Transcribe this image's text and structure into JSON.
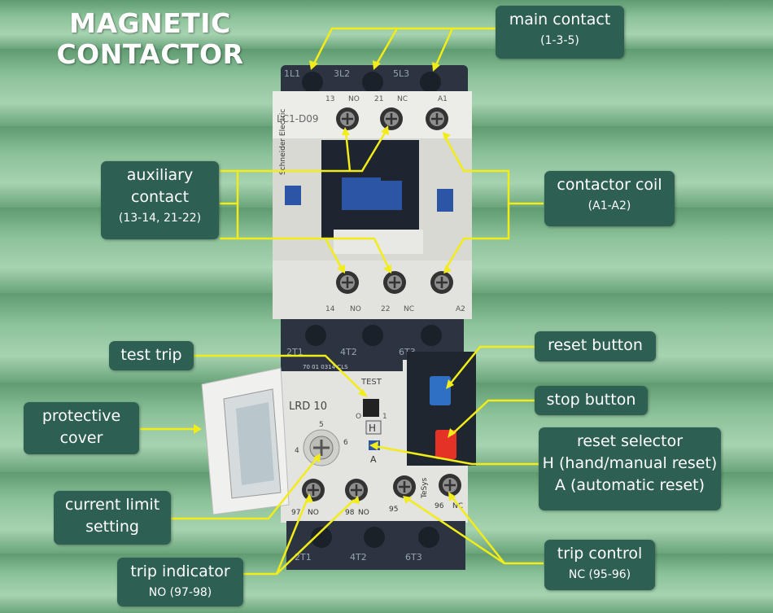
{
  "title": {
    "line1": "MAGNETIC",
    "line2": "CONTACTOR"
  },
  "callouts": {
    "main_contact": {
      "title": "main contact",
      "detail": "(1-3-5)"
    },
    "auxiliary_contact": {
      "line1": "auxiliary",
      "line2": "contact",
      "detail": "(13-14, 21-22)"
    },
    "contactor_coil": {
      "title": "contactor coil",
      "detail": "(A1-A2)"
    },
    "test_trip": {
      "title": "test trip"
    },
    "reset_button": {
      "title": "reset button"
    },
    "stop_button": {
      "title": "stop button"
    },
    "protective_cover": {
      "line1": "protective",
      "line2": "cover"
    },
    "reset_selector": {
      "line1": "reset selector",
      "line2": "H (hand/manual reset)",
      "line3": "A (automatic reset)"
    },
    "current_limit": {
      "line1": "current limit",
      "line2": "setting"
    },
    "trip_indicator": {
      "title": "trip indicator",
      "detail": "NO (97-98)"
    },
    "trip_control": {
      "title": "trip control",
      "detail": "NC (95-96)"
    }
  },
  "device_markings": {
    "top_terminals": [
      "1L1",
      "3L2",
      "5L3"
    ],
    "aux_top_labels": [
      "13",
      "NO",
      "21",
      "NC",
      "A1"
    ],
    "model": "LC1-D09",
    "brand": "Schneider Electric",
    "aux_bottom_labels": [
      "14",
      "NO",
      "22",
      "NC",
      "A2"
    ],
    "mid_terminals": [
      "2T1",
      "4T2",
      "6T3"
    ],
    "relay_model": "LRD 10",
    "relay_strip": "70  01  0314 CLS",
    "test_label": "TEST",
    "relay_bottom_labels": [
      "97",
      "NO",
      "98",
      "NO",
      "95",
      "96",
      "NC"
    ],
    "bottom_terminals": [
      "2T1",
      "4T2",
      "6T3"
    ],
    "selector_letters": [
      "H",
      "A"
    ],
    "dial_numbers": [
      "4",
      "5",
      "6"
    ],
    "tesys": "TeSys",
    "relay_side_marks": [
      "O",
      "1"
    ]
  },
  "colors": {
    "label_bg": "#2e5f53",
    "pointer": "#f2ec18",
    "background": "#7fb48a",
    "device_body": "#e4e4e0",
    "terminal_block": "#2b3440",
    "stop_button": "#e53227",
    "reset_button": "#2f6fc4"
  }
}
